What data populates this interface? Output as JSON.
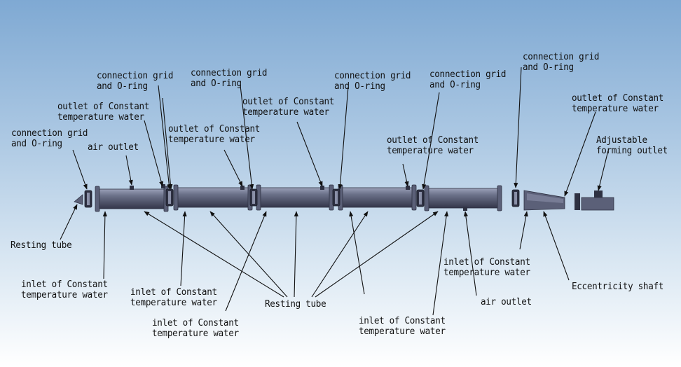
{
  "labels": {
    "cg1": [
      "connection grid",
      "and O-ring"
    ],
    "cg2": [
      "connection grid",
      "and O-ring"
    ],
    "cg3": [
      "connection grid",
      "and O-ring"
    ],
    "cg4": [
      "connection grid",
      "and O-ring"
    ],
    "cg5": [
      "connection grid",
      "and O-ring"
    ],
    "cg6": [
      "connection grid",
      "and O-ring"
    ],
    "out1": [
      "outlet of Constant",
      "temperature water"
    ],
    "out2": [
      "outlet of Constant",
      "temperature water"
    ],
    "out3": [
      "outlet of Constant",
      "temperature water"
    ],
    "out4": [
      "outlet of Constant",
      "temperature water"
    ],
    "out5": [
      "outlet of Constant",
      "temperature water"
    ],
    "air1": "air outlet",
    "air2": "air outlet",
    "adj": [
      "Adjustable",
      "forming outlet"
    ],
    "rest1": "Resting tube",
    "rest2": "Resting tube",
    "in1": [
      "inlet of Constant",
      "temperature water"
    ],
    "in2": [
      "inlet of Constant",
      "temperature water"
    ],
    "in3": [
      "inlet of Constant",
      "temperature water"
    ],
    "in4": [
      "inlet of Constant",
      "temperature water"
    ],
    "in5": [
      "inlet of Constant",
      "temperature water"
    ],
    "ecc": "Eccentricity shaft"
  },
  "colors": {
    "tube": "#5b6078",
    "tube_light": "#8a90a8",
    "tube_dark": "#2e3142",
    "arrow": "#111111"
  }
}
